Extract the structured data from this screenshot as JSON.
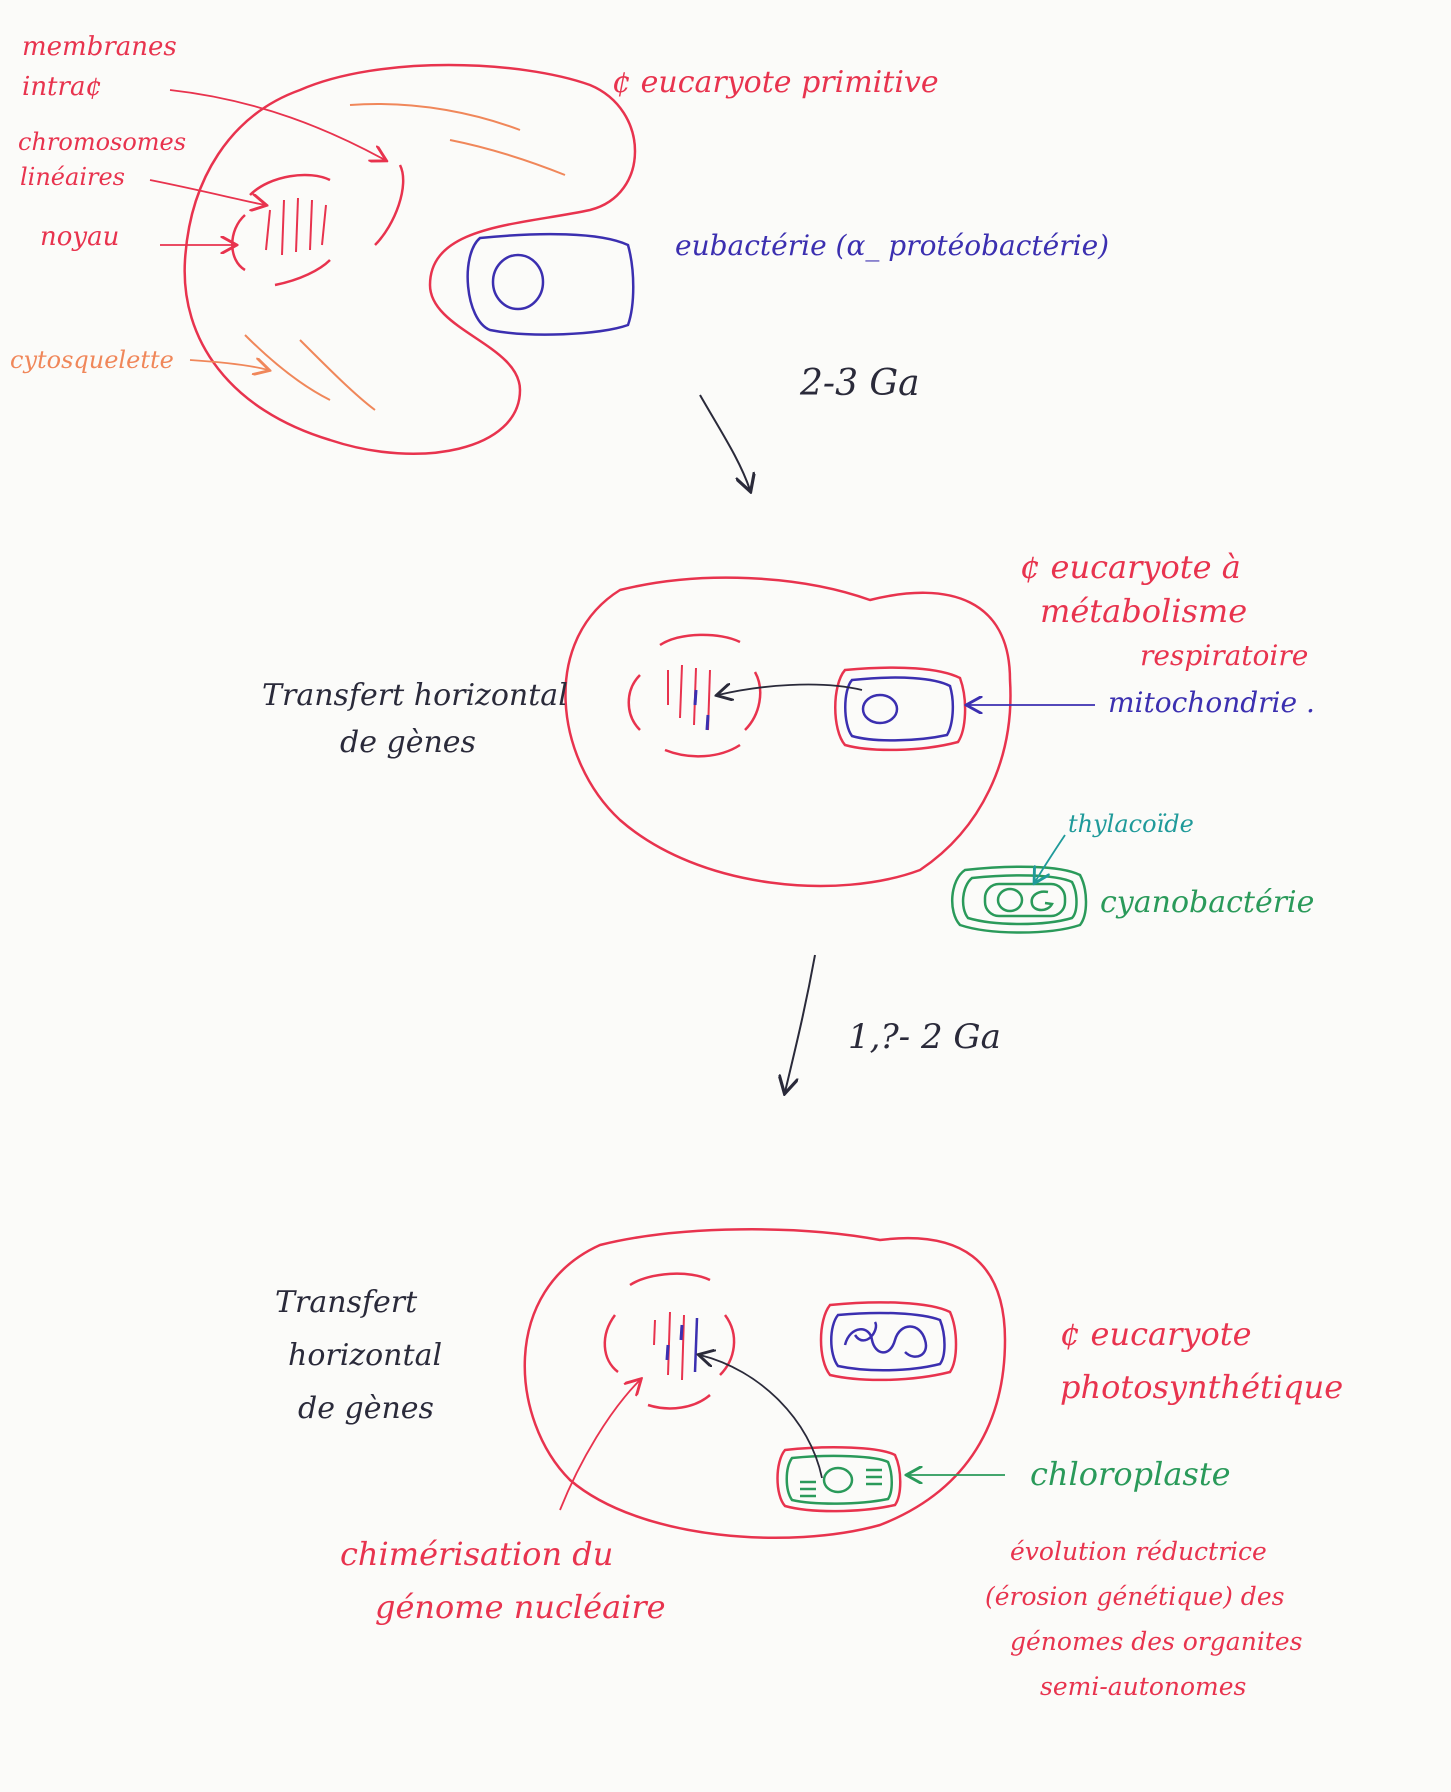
{
  "colors": {
    "red": "#e8334e",
    "orange": "#f0875a",
    "blue": "#3b2fb0",
    "green": "#2a9a5a",
    "teal": "#1f9a9a",
    "black": "#2a2a3a"
  },
  "stage1": {
    "labels": {
      "membranes_1": "membranes",
      "membranes_2": "intra¢",
      "chromosomes_1": "chromosomes",
      "chromosomes_2": "linéaires",
      "noyau": "noyau",
      "cytosquelette": "cytosquelette",
      "title": "¢ eucaryote primitive",
      "eubacterie": "eubactérie (α_ protéobactérie)"
    }
  },
  "arrow1": {
    "time": "2-3 Ga"
  },
  "stage2": {
    "labels": {
      "title_1": "¢ eucaryote à",
      "title_2": "métabolisme",
      "title_3": "respiratoire",
      "mitochondrie": "mitochondrie .",
      "transfert_1": "Transfert horizontal",
      "transfert_2": "de gènes",
      "thylacoide": "thylacoïde",
      "cyanobacterie": "cyanobactérie"
    }
  },
  "arrow2": {
    "time": "1,?- 2 Ga"
  },
  "stage3": {
    "labels": {
      "transfert_1": "Transfert",
      "transfert_2": "horizontal",
      "transfert_3": "de gènes",
      "title_1": "¢ eucaryote",
      "title_2": "photosynthétique",
      "chloroplaste": "chloroplaste",
      "chimerisation_1": "chimérisation du",
      "chimerisation_2": "génome nucléaire",
      "evolution_1": "évolution réductrice",
      "evolution_2": "(érosion génétique) des",
      "evolution_3": "génomes des organites",
      "evolution_4": "semi-autonomes"
    }
  }
}
